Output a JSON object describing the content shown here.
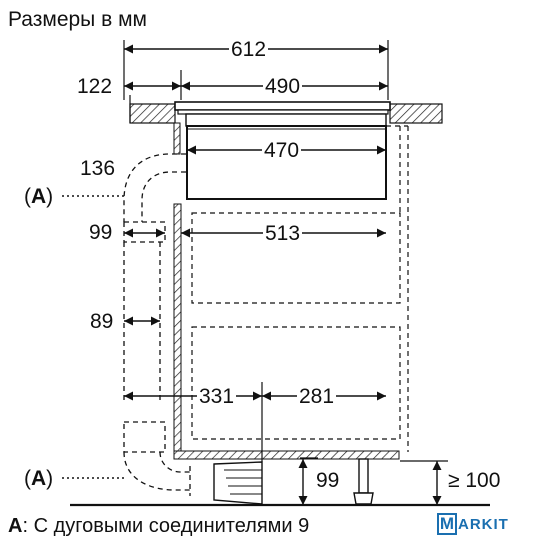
{
  "title": "Размеры в мм",
  "dimensions": {
    "d612": "612",
    "d490": "490",
    "d122": "122",
    "d470": "470",
    "d136": "136",
    "d99_side": "99",
    "d513": "513",
    "d89": "89",
    "d331": "331",
    "d281": "281",
    "d99_bottom": "99",
    "d100": "≥ 100"
  },
  "callouts": {
    "a_letter": "A",
    "a_top_open": "(",
    "a_top_close": ")",
    "a_bottom_open": "(",
    "a_bottom_close": ")"
  },
  "caption": {
    "bold": "A",
    "text": ": С дуговыми соединителями 9"
  },
  "logo": {
    "letter": "M",
    "rest": "ARKIT",
    "color": "#1a6fb0"
  }
}
